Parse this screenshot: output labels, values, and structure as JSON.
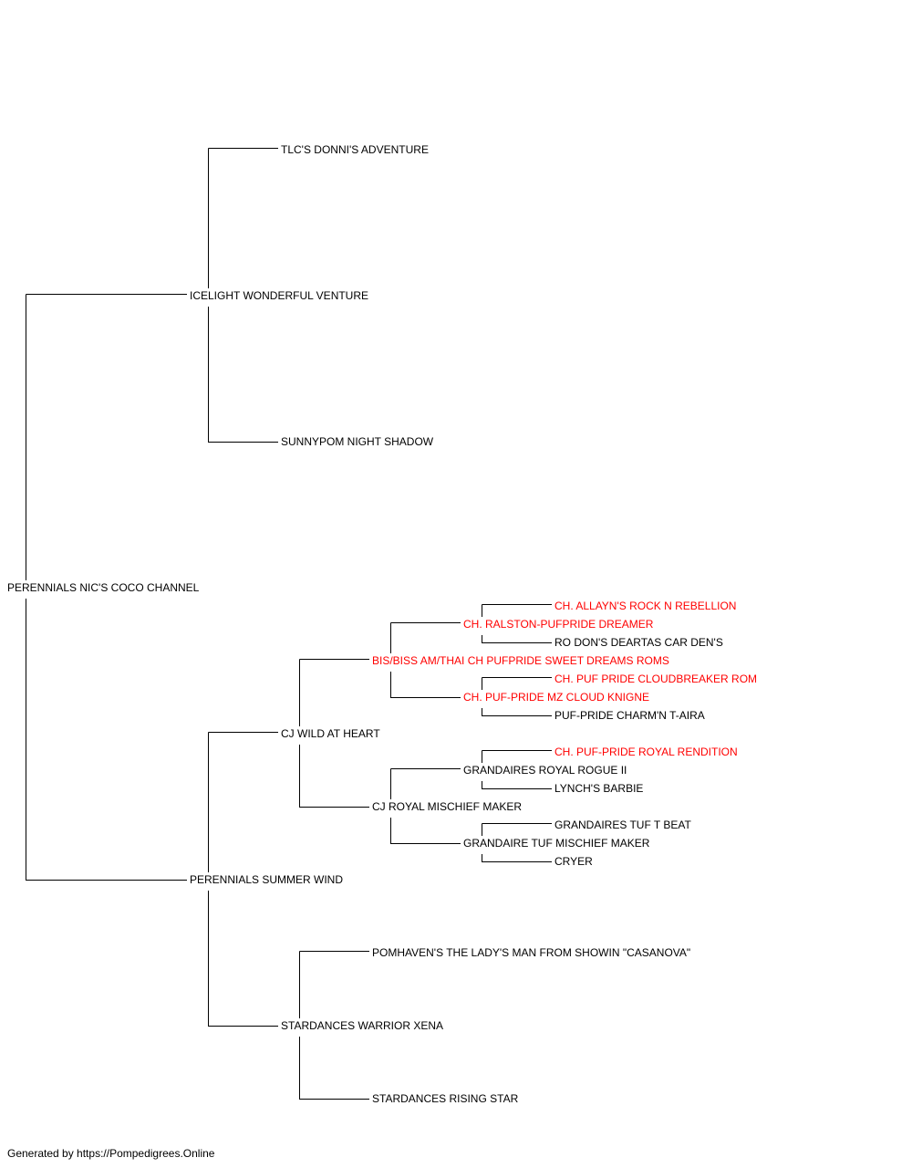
{
  "pedigree": {
    "subject": "PERENNIALS NIC'S COCO CHANNEL",
    "sire": "ICELIGHT WONDERFUL VENTURE",
    "dam": "PERENNIALS SUMMER WIND",
    "sire_sire": "TLC'S DONNI'S ADVENTURE",
    "sire_dam": "SUNNYPOM NIGHT SHADOW",
    "dam_sire": "CJ WILD AT HEART",
    "dam_dam": "STARDANCES WARRIOR XENA",
    "dam_sire_sire": "BIS/BISS AM/THAI CH PUFPRIDE SWEET DREAMS ROMS",
    "dam_sire_dam": "CJ ROYAL MISCHIEF MAKER",
    "dam_dam_sire": "POMHAVEN'S THE LADY'S MAN FROM SHOWIN \"CASANOVA\"",
    "dam_dam_dam": "STARDANCES RISING STAR",
    "dss_sire": "CH. RALSTON-PUFPRIDE DREAMER",
    "dss_dam": "CH. PUF-PRIDE MZ CLOUD KNIGNE",
    "dsd_sire": "GRANDAIRES ROYAL ROGUE II",
    "dsd_dam": "GRANDAIRE TUF MISCHIEF MAKER",
    "dss_sire_sire": "CH. ALLAYN'S ROCK N REBELLION",
    "dss_sire_dam": "RO DON'S DEARTAS CAR DEN'S",
    "dss_dam_sire": "CH. PUF PRIDE CLOUDBREAKER ROM",
    "dss_dam_dam": "PUF-PRIDE CHARM'N T-AIRA",
    "dsd_sire_sire": "CH. PUF-PRIDE ROYAL RENDITION",
    "dsd_sire_dam": "LYNCH'S BARBIE",
    "dsd_dam_sire": "GRANDAIRES TUF T BEAT",
    "dsd_dam_dam": "CRYER"
  },
  "colors": {
    "champion": "#ff0000",
    "normal": "#000000",
    "line": "#000000"
  },
  "footer": "Generated by https://Pompedigrees.Online"
}
